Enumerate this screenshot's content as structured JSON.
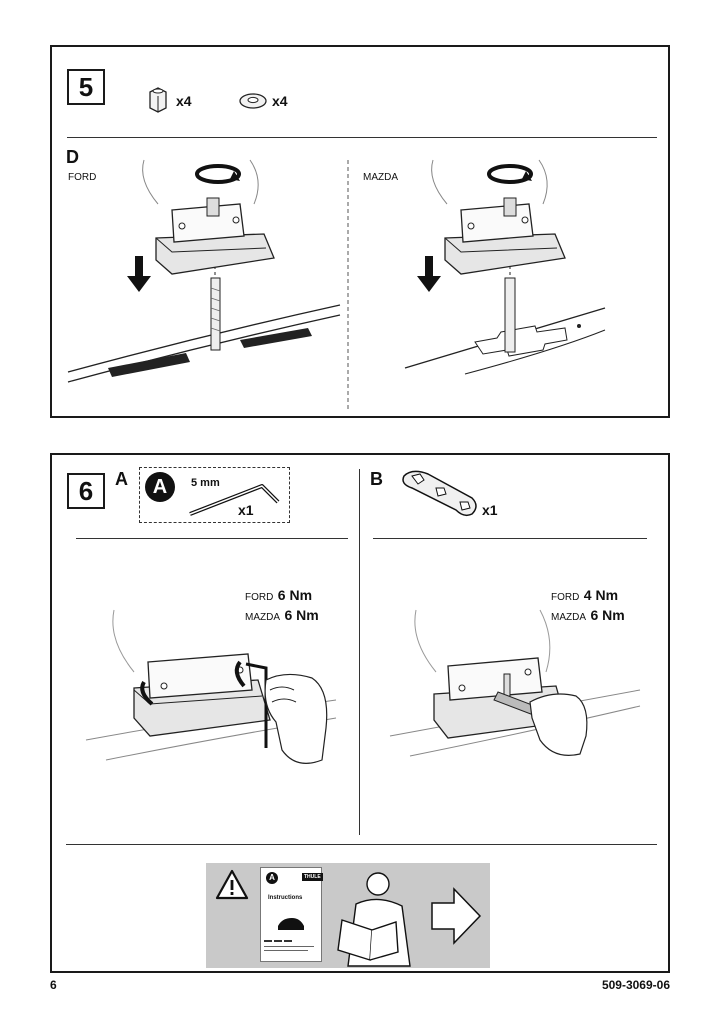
{
  "page_number": "6",
  "doc_code": "509-3069-06",
  "step5": {
    "number": "5",
    "qty_nut": "x4",
    "qty_washer": "x4",
    "section": "D",
    "left_label": "FORD",
    "right_label": "MAZDA"
  },
  "step6": {
    "number": "6",
    "part_a": {
      "letter": "A",
      "badge": "A",
      "tool_size": "5 mm",
      "tool_qty": "x1",
      "torque_ford_brand": "FORD",
      "torque_ford_value": "6 Nm",
      "torque_mazda_brand": "MAZDA",
      "torque_mazda_value": "6 Nm"
    },
    "part_b": {
      "letter": "B",
      "tool_qty": "x1",
      "torque_ford_brand": "FORD",
      "torque_ford_value": "4 Nm",
      "torque_mazda_brand": "MAZDA",
      "torque_mazda_value": "6 Nm"
    },
    "notice": {
      "badge": "A",
      "brand": "THULE",
      "doc_title": "Instructions"
    }
  },
  "colors": {
    "border": "#1a1a1a",
    "notice_bg": "#c9c9c9",
    "rail_tape": "#222222"
  },
  "icons": [
    "hex-nut-icon",
    "washer-icon",
    "rotate-arrow-icon",
    "down-arrow-icon",
    "allen-key-icon",
    "spanner-icon",
    "warning-icon",
    "next-arrow-icon"
  ]
}
